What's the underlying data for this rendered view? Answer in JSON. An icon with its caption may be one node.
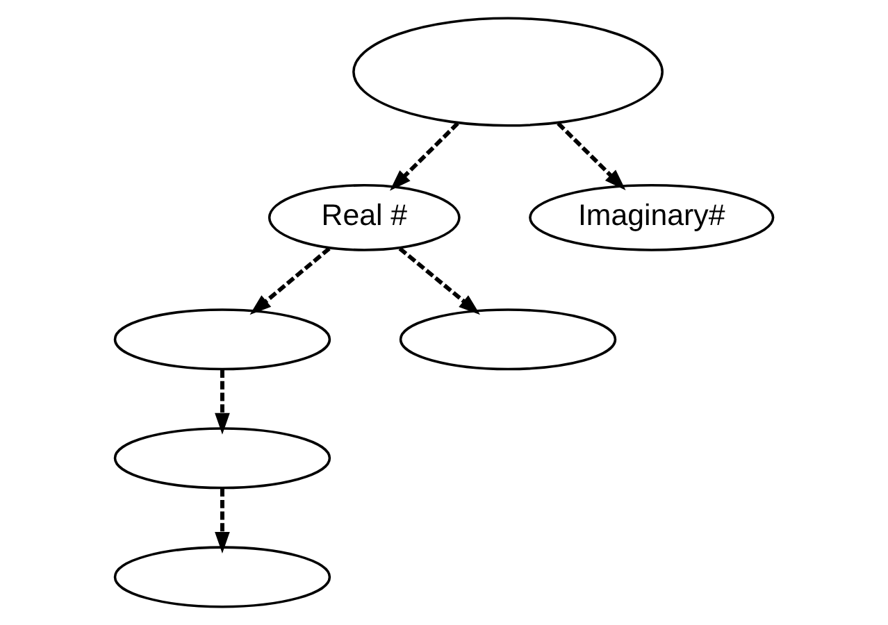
{
  "diagram": {
    "nodes": [
      {
        "text": [],
        "shape": "ellipse"
      },
      {
        "text": [
          "Real #"
        ]
      },
      {
        "text": [
          "Imaginary#"
        ]
      },
      {
        "text": [],
        "shape": "ellipse"
      },
      {
        "text": [],
        "shape": "ellipse"
      },
      {
        "text": [],
        "shape": "ellipse"
      },
      {
        "text": [],
        "shape": "ellipse"
      }
    ],
    "edges": [
      {
        "from": 0,
        "to": 1,
        "arrow": "to",
        "style": "dashed"
      },
      {
        "from": 0,
        "to": 2,
        "arrow": "to",
        "style": "dashed"
      },
      {
        "from": 1,
        "to": 3,
        "arrow": "to",
        "style": "dashed"
      },
      {
        "from": 1,
        "to": 4,
        "arrow": "to",
        "style": "dashed"
      },
      {
        "from": 3,
        "to": 5,
        "arrow": "to",
        "style": "dashed"
      },
      {
        "from": 5,
        "to": 6,
        "arrow": "to",
        "style": "dashed"
      }
    ]
  }
}
